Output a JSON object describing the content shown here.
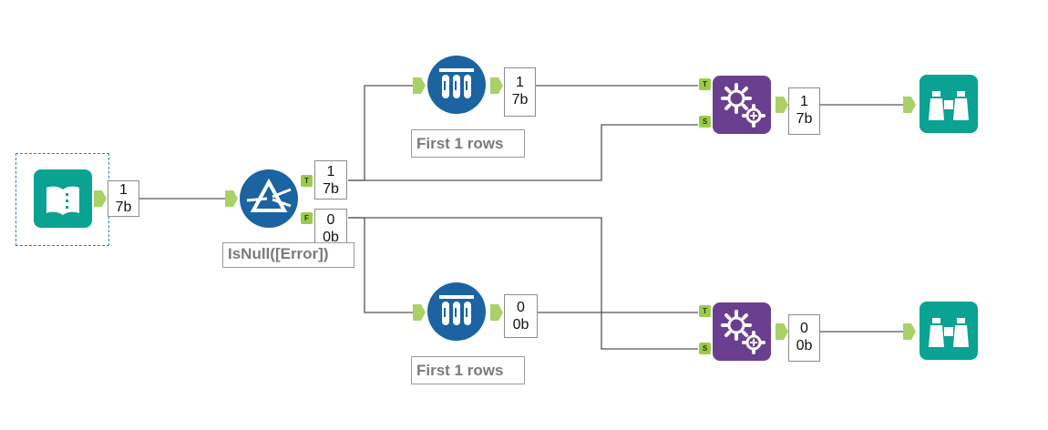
{
  "colors": {
    "teal": "#0aa293",
    "blue": "#1b63a1",
    "purple": "#6a3f8f",
    "connector_green": "#a9d166",
    "line": "#555555",
    "selection": "#2a7fc9"
  },
  "tools": {
    "input": {
      "icon": "book-folder-icon",
      "counts": [
        "1",
        "7b"
      ]
    },
    "filter": {
      "icon": "filter-triangle-icon",
      "label": "IsNull([Error])",
      "true_counts": [
        "1",
        "7b"
      ],
      "false_counts": [
        "0",
        "0b"
      ],
      "true_anchor": "T",
      "false_anchor": "F"
    },
    "sample_top": {
      "icon": "test-tubes-icon",
      "label": "First 1 rows",
      "counts": [
        "1",
        "7b"
      ]
    },
    "sample_bottom": {
      "icon": "test-tubes-icon",
      "label": "First 1 rows",
      "counts": [
        "0",
        "0b"
      ]
    },
    "append_top": {
      "icon": "gears-plus-icon",
      "target_anchor": "T",
      "source_anchor": "S",
      "counts": [
        "1",
        "7b"
      ]
    },
    "append_bottom": {
      "icon": "gears-plus-icon",
      "target_anchor": "T",
      "source_anchor": "S",
      "counts": [
        "0",
        "0b"
      ]
    },
    "browse_top": {
      "icon": "binoculars-icon"
    },
    "browse_bottom": {
      "icon": "binoculars-icon"
    }
  }
}
